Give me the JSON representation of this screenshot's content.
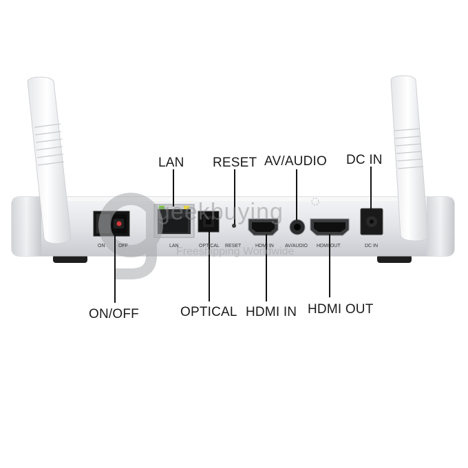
{
  "callouts": {
    "lan": "LAN",
    "reset": "RESET",
    "av_audio": "AV/AUDIO",
    "dc_in": "DC IN",
    "on_off": "ON/OFF",
    "optical": "OPTICAL",
    "hdmi_in": "HDMI IN",
    "hdmi_out": "HDMI OUT"
  },
  "port_labels": {
    "on": "ON",
    "off": "OFF",
    "lan": "LAN",
    "optical": "OPTICAL",
    "reset": "RESET",
    "hdmi_in": "HDMI IN",
    "av_audio": "AV/AUDIO",
    "hdmi_out": "HDMI OUT",
    "dc_in": "DC IN"
  },
  "watermark": {
    "brand": "geekbuying",
    "slogan": "Freeshipping Worldwide"
  },
  "colors": {
    "background": "#ffffff",
    "device_body": "#e8e9ec",
    "port_black": "#1b1b1b",
    "callout_text": "#1a1a1a",
    "lan_led_green": "#7ec84a",
    "lan_led_yellow": "#e8d34a"
  }
}
